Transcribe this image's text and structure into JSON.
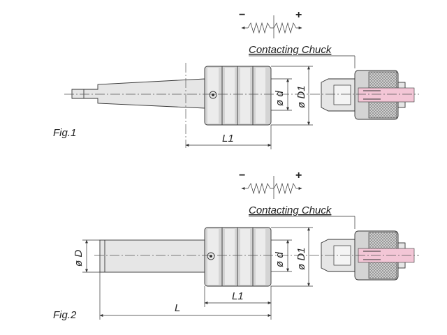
{
  "fig1": {
    "caption": "Fig.1",
    "spring": {
      "minus": "−",
      "plus": "+"
    },
    "chuck_label": "Contacting Chuck",
    "dims": {
      "d": "ø d",
      "D1": "ø D1",
      "L1": "L1"
    }
  },
  "fig2": {
    "caption": "Fig.2",
    "spring": {
      "minus": "−",
      "plus": "+"
    },
    "chuck_label": "Contacting Chuck",
    "dims": {
      "D": "ø D",
      "d": "ø d",
      "D1": "ø D1",
      "L1": "L1",
      "L": "L"
    }
  }
}
